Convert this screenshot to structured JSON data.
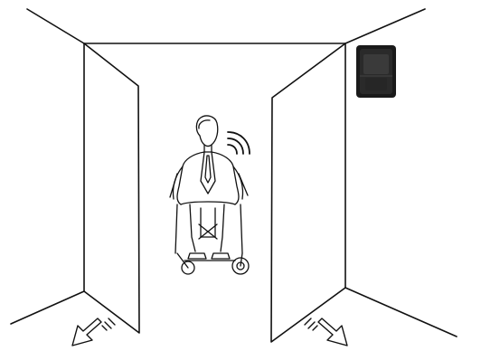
{
  "scene": {
    "left_door_state": "open",
    "right_door_state": "open",
    "exit_arrows": [
      "down-left",
      "down-right"
    ],
    "wireless_indicator": "wifi-signal-icon",
    "sensor_device": "dark-sensor-box"
  },
  "colors": {
    "line": "#111111",
    "background": "#ffffff",
    "device_dark": "#1a1a1a",
    "device_mid": "#3a3a3a"
  }
}
